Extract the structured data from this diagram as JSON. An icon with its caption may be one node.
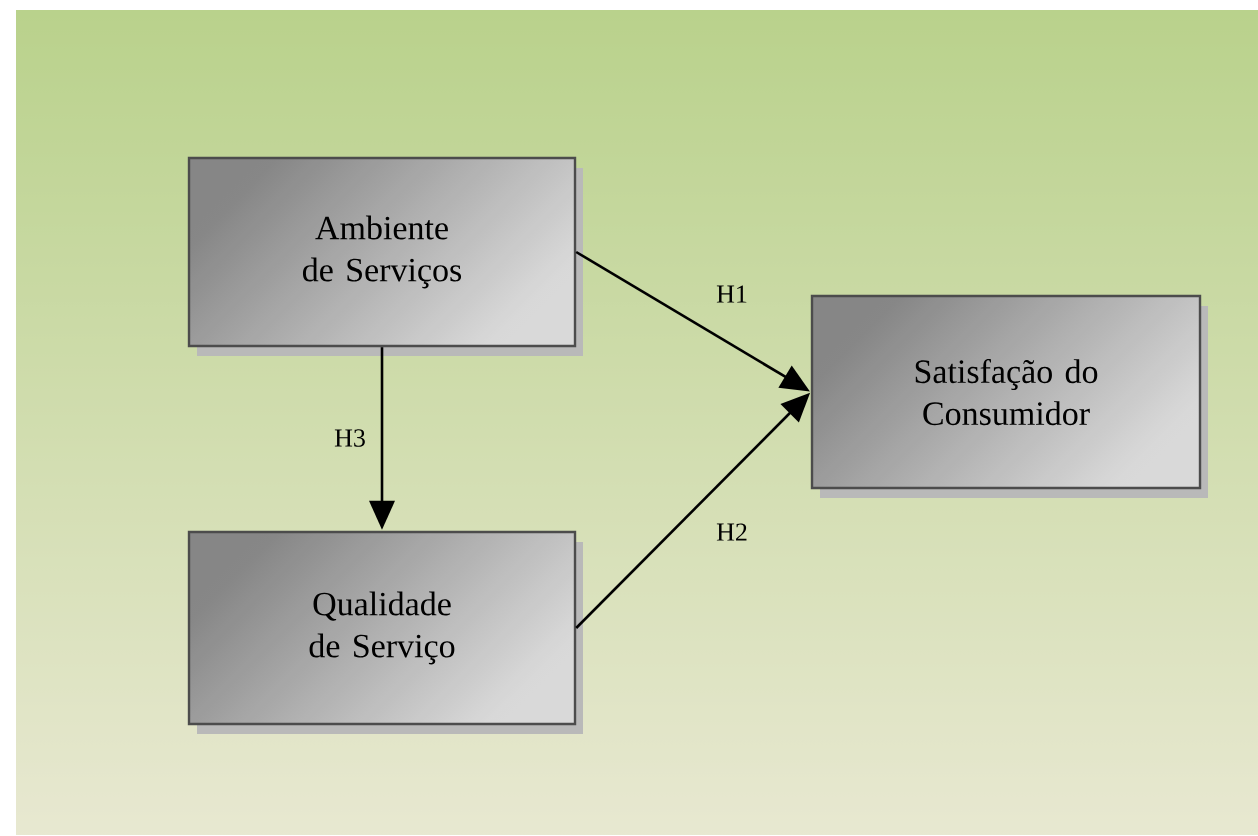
{
  "diagram": {
    "nodes": [
      {
        "text": [
          "Ambiente de Serviços"
        ]
      },
      {
        "text": [
          "Qualidade de Serviço"
        ]
      },
      {
        "text": [
          "Satisfação do Consumidor"
        ]
      }
    ],
    "edges": [
      {
        "from": 0,
        "to": 2,
        "arrow": "to",
        "label": "H1"
      },
      {
        "from": 1,
        "to": 2,
        "arrow": "to",
        "label": "H2"
      },
      {
        "from": 0,
        "to": 1,
        "arrow": "to",
        "label": "H3"
      }
    ]
  }
}
